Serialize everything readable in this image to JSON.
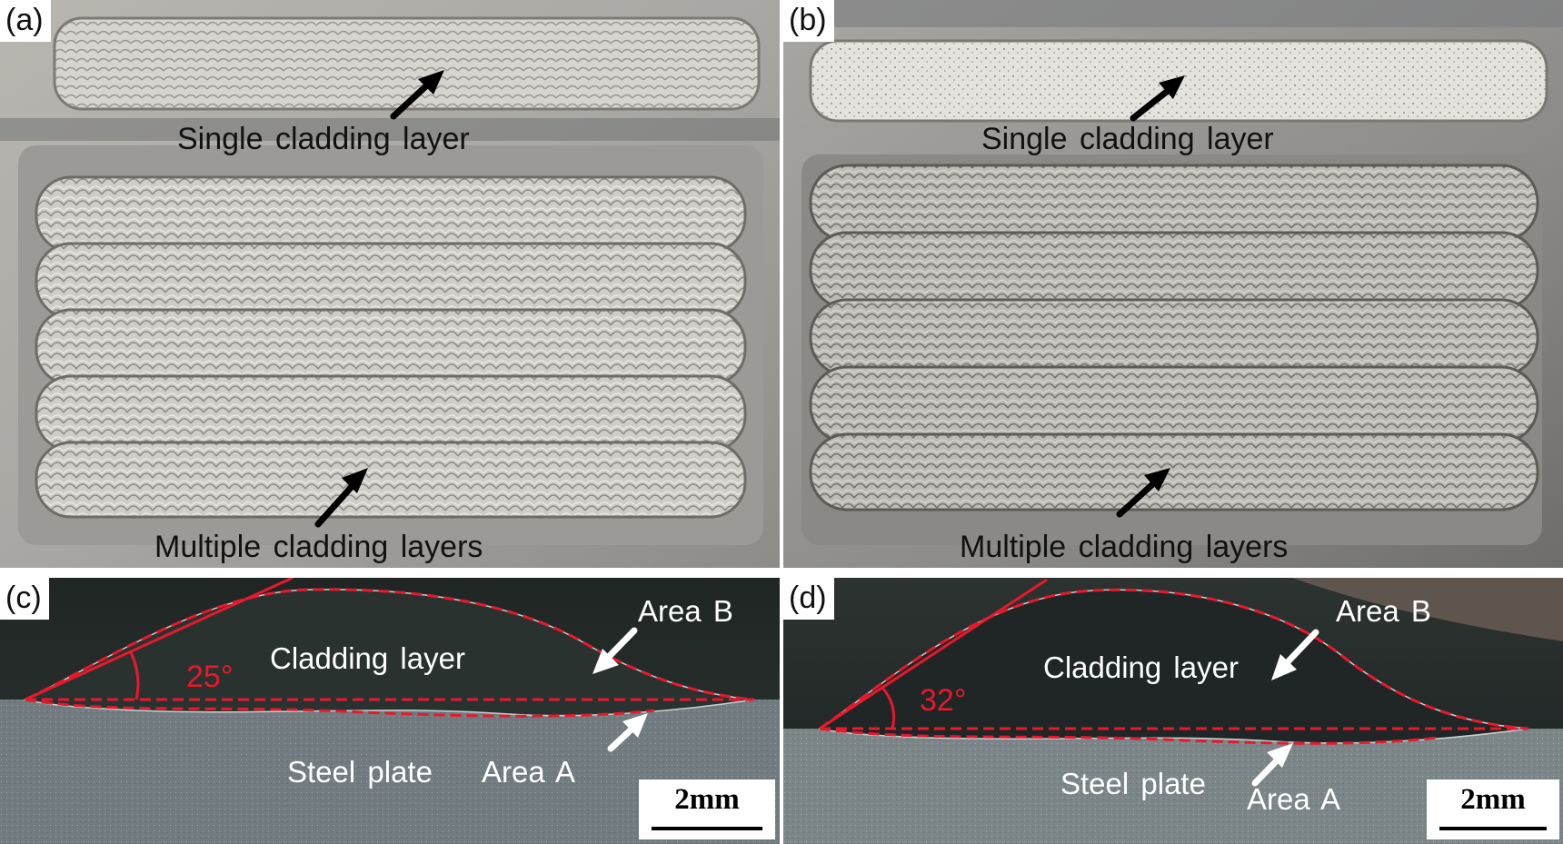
{
  "figure": {
    "panels": [
      {
        "tag": "(a)",
        "captions": {
          "single_layer": "Single cladding layer",
          "multiple_layers": "Multiple cladding layers"
        }
      },
      {
        "tag": "(b)",
        "captions": {
          "single_layer": "Single cladding layer",
          "multiple_layers": "Multiple cladding layers"
        }
      },
      {
        "tag": "(c)",
        "labels": {
          "cladding": "Cladding layer",
          "steel": "Steel plate",
          "area_a": "Area A",
          "area_b": "Area B",
          "angle": "25°"
        },
        "scalebar": "2mm"
      },
      {
        "tag": "(d)",
        "labels": {
          "cladding": "Cladding layer",
          "steel": "Steel plate",
          "area_a": "Area A",
          "area_b": "Area B",
          "angle": "32°"
        },
        "scalebar": "2mm"
      }
    ],
    "colors": {
      "annotation_red": "#e8192c",
      "arrow_black": "#000000",
      "arrow_white": "#ffffff"
    }
  }
}
